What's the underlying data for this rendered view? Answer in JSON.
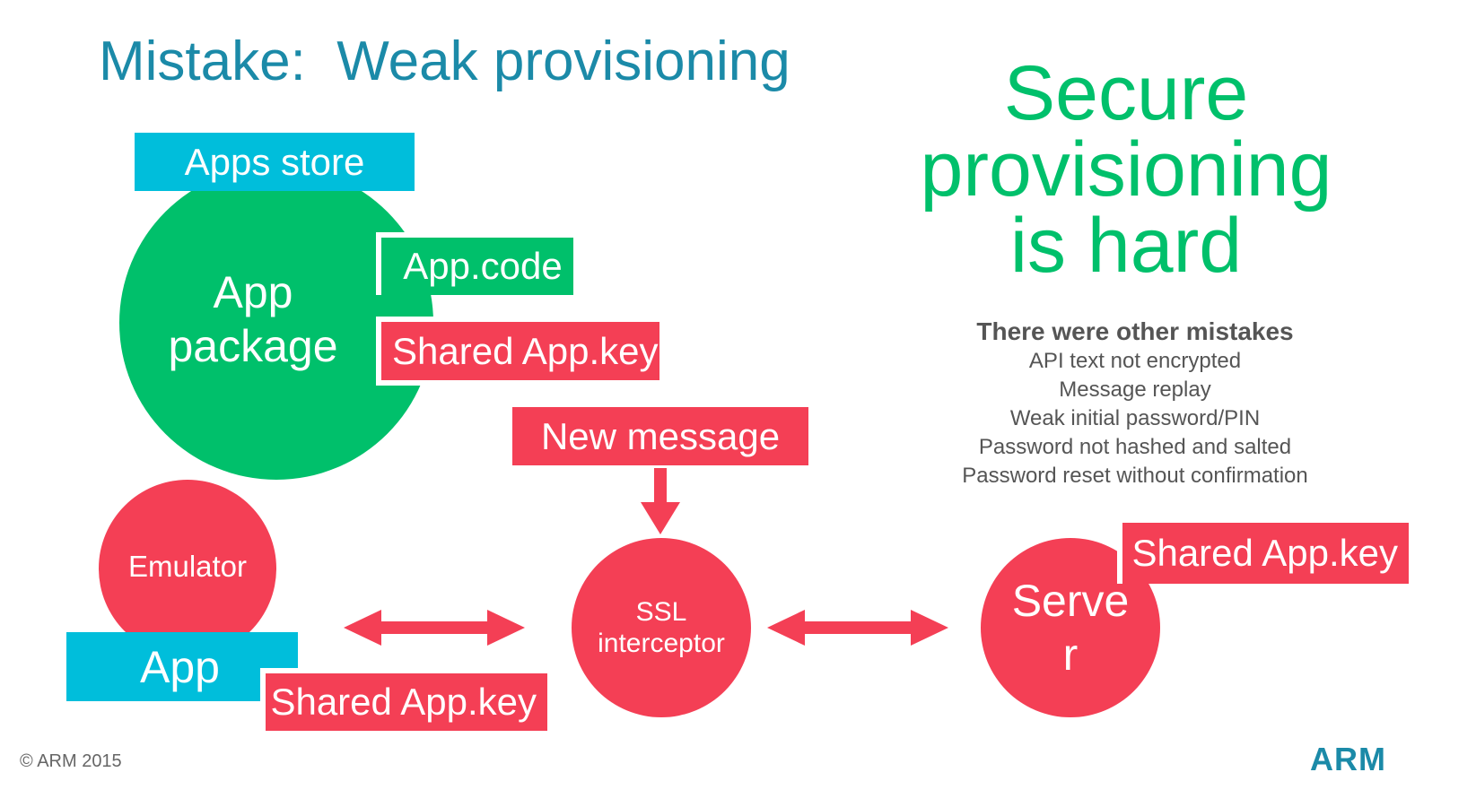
{
  "title": "Mistake:  Weak provisioning",
  "headline": [
    "Secure",
    "provisioning",
    "is hard"
  ],
  "mistakes": {
    "heading": "There were other mistakes",
    "items": [
      "API text not encrypted",
      "Message replay",
      "Weak initial password/PIN",
      "Password not hashed and salted",
      "Password reset without confirmation"
    ]
  },
  "diagram": {
    "apps_store": "Apps store",
    "app_package": [
      "App",
      "package"
    ],
    "app_code": "App.code",
    "shared_key_package": "Shared App.key",
    "new_message": "New message",
    "emulator": "Emulator",
    "app": "App",
    "shared_key_app": "Shared App.key",
    "ssl_interceptor": [
      "SSL",
      "interceptor"
    ],
    "server": [
      "Serve",
      "r"
    ],
    "shared_key_server": "Shared App.key"
  },
  "footer": "© ARM 2015",
  "logo": "ARM",
  "colors": {
    "title": "#1b8aa8",
    "green": "#00c06b",
    "red": "#f43f55",
    "cyan": "#00bedb",
    "text_gray": "#555555"
  }
}
